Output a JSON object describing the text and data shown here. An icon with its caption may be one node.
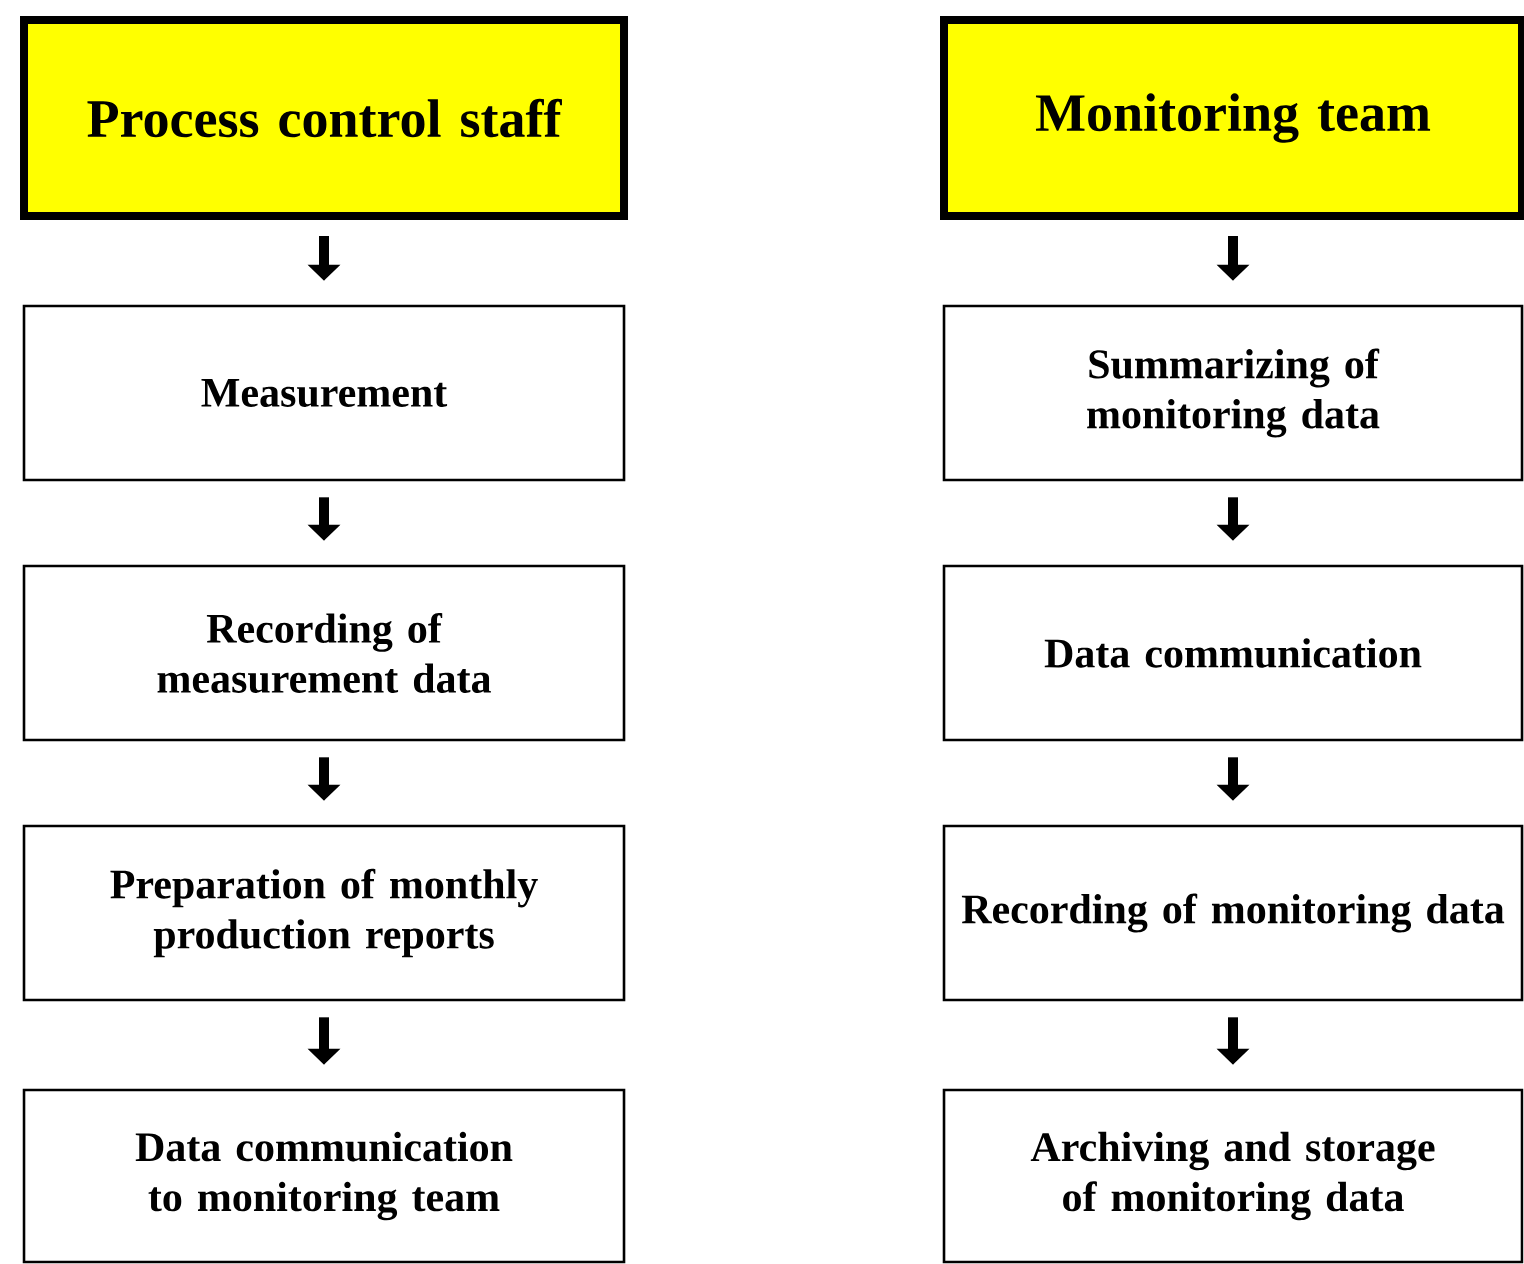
{
  "diagram": {
    "nodes": [
      {
        "text": [
          "Process control staff"
        ]
      },
      {
        "text": [
          "Measurement"
        ]
      },
      {
        "text": [
          "Recording of measurement data"
        ]
      },
      {
        "text": [
          "Preparation of monthly production reports"
        ]
      },
      {
        "text": [
          "Data communication to monitoring team"
        ]
      },
      {
        "text": [
          "Monitoring team"
        ]
      },
      {
        "text": [
          "Summarizing of monitoring data"
        ]
      },
      {
        "text": [
          "Data communication"
        ]
      },
      {
        "text": [
          "Recording of monitoring data"
        ]
      },
      {
        "text": [
          "Archiving and storage of monitoring data"
        ]
      }
    ],
    "edges": [
      {
        "from": 0,
        "to": 1,
        "arrow": "to"
      },
      {
        "from": 1,
        "to": 2,
        "arrow": "to"
      },
      {
        "from": 2,
        "to": 3,
        "arrow": "to"
      },
      {
        "from": 3,
        "to": 4,
        "arrow": "to"
      },
      {
        "from": 5,
        "to": 6,
        "arrow": "to"
      },
      {
        "from": 6,
        "to": 7,
        "arrow": "to"
      },
      {
        "from": 7,
        "to": 8,
        "arrow": "to"
      },
      {
        "from": 8,
        "to": 9,
        "arrow": "to"
      }
    ]
  }
}
